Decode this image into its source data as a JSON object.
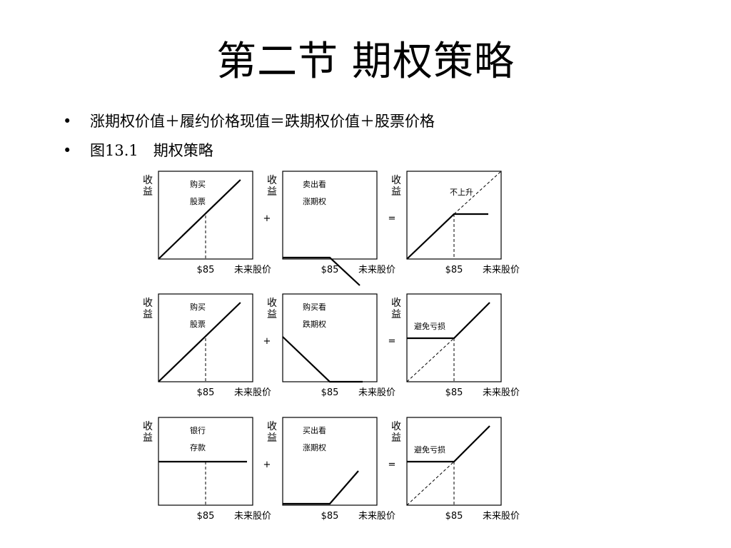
{
  "title": "第二节  期权策略",
  "bullets": [
    "涨期权价值＋履约价格现值＝跌期权价值＋股票价格",
    "图13.1　期权策略"
  ],
  "bullet_symbol": "•",
  "axis": {
    "y_label_line1": "收",
    "y_label_line2": "益",
    "strike_label": "$85",
    "x_label": "未来股价"
  },
  "operators": {
    "plus": "+",
    "equals": "="
  },
  "rows": [
    {
      "panels": [
        {
          "label_lines": [
            "购买",
            "股票"
          ],
          "payoff": "long_stock"
        },
        {
          "label_lines": [
            "卖出看",
            "涨期权"
          ],
          "payoff": "short_call"
        },
        {
          "label_lines": [
            "不上升"
          ],
          "payoff": "covered_call"
        }
      ]
    },
    {
      "panels": [
        {
          "label_lines": [
            "购买",
            "股票"
          ],
          "payoff": "long_stock"
        },
        {
          "label_lines": [
            "购买看",
            "跌期权"
          ],
          "payoff": "long_put"
        },
        {
          "label_lines": [
            "避免亏损"
          ],
          "payoff": "protective_put"
        }
      ]
    },
    {
      "panels": [
        {
          "label_lines": [
            "银行",
            "存款"
          ],
          "payoff": "bank_deposit"
        },
        {
          "label_lines": [
            "买出看",
            "涨期权"
          ],
          "payoff": "long_call"
        },
        {
          "label_lines": [
            "避免亏损"
          ],
          "payoff": "protective_put"
        }
      ]
    }
  ],
  "colors": {
    "ink": "#000000",
    "background": "#ffffff"
  }
}
